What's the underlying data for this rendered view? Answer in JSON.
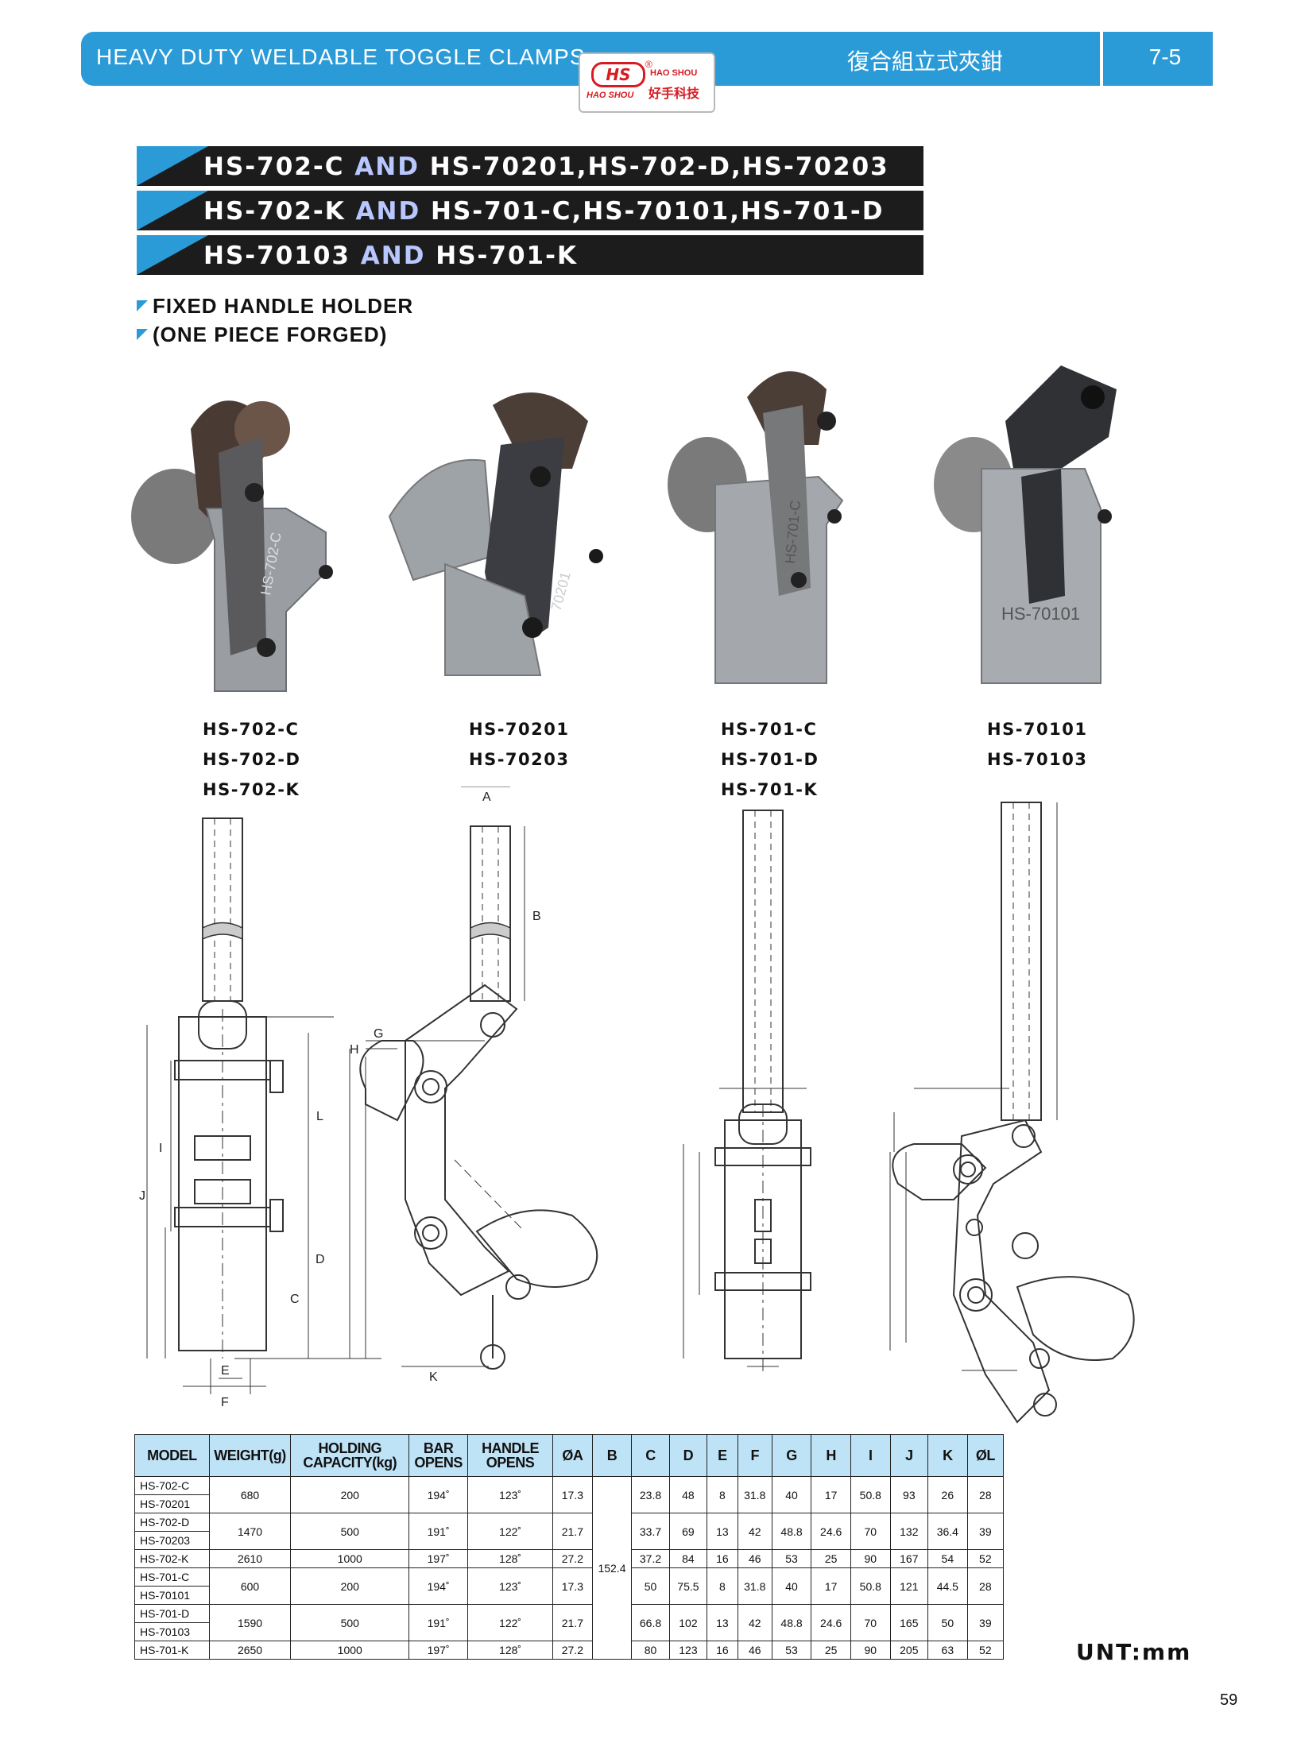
{
  "header": {
    "title": "HEAVY DUTY WELDABLE TOGGLE CLAMPS",
    "chinese_title": "復合組立式夾鉗",
    "section": "7-5",
    "logo": {
      "mark": "HS",
      "en_top": "HAO SHOU",
      "en_bottom": "HAO SHOU",
      "cn": "好手科技",
      "registered": "®"
    }
  },
  "banners": [
    {
      "left": "HS-702-C",
      "and": "AND",
      "right": "HS-70201,HS-702-D,HS-70203"
    },
    {
      "left": "HS-702-K",
      "and": "AND",
      "right": "HS-701-C,HS-70101,HS-701-D"
    },
    {
      "left": "HS-70103",
      "and": "AND",
      "right": "HS-701-K"
    }
  ],
  "features": [
    "FIXED HANDLE HOLDER",
    "(ONE PIECE FORGED)"
  ],
  "photos": [
    {
      "engraving": "HS-702-C",
      "labels": [
        "HS-702-C",
        "HS-702-D",
        "HS-702-K"
      ]
    },
    {
      "engraving": "70201",
      "labels": [
        "HS-70201",
        "HS-70203"
      ]
    },
    {
      "engraving": "HS-701-C",
      "labels": [
        "HS-701-C",
        "HS-701-D",
        "HS-701-K"
      ]
    },
    {
      "engraving": "HS-70101",
      "labels": [
        "HS-70101",
        "HS-70103"
      ]
    }
  ],
  "drawing_dims": [
    "A",
    "B",
    "C",
    "D",
    "E",
    "F",
    "G",
    "H",
    "I",
    "J",
    "K",
    "L"
  ],
  "table": {
    "headers": [
      "MODEL",
      "WEIGHT(g)",
      "HOLDING CAPACITY(kg)",
      "BAR OPENS",
      "HANDLE OPENS",
      "ØA",
      "B",
      "C",
      "D",
      "E",
      "F",
      "G",
      "H",
      "I",
      "J",
      "K",
      "ØL"
    ],
    "groups": [
      {
        "models": [
          "HS-702-C",
          "HS-70201"
        ],
        "weight": "680",
        "capacity": "200",
        "bar": "194˚",
        "handle": "123˚",
        "a": "17.3",
        "c": "23.8",
        "d": "48",
        "e": "8",
        "f": "31.8",
        "g": "40",
        "h": "17",
        "i": "50.8",
        "j": "93",
        "k": "26",
        "l": "28"
      },
      {
        "models": [
          "HS-702-D",
          "HS-70203"
        ],
        "weight": "1470",
        "capacity": "500",
        "bar": "191˚",
        "handle": "122˚",
        "a": "21.7",
        "c": "33.7",
        "d": "69",
        "e": "13",
        "f": "42",
        "g": "48.8",
        "h": "24.6",
        "i": "70",
        "j": "132",
        "k": "36.4",
        "l": "39"
      },
      {
        "models": [
          "HS-702-K"
        ],
        "weight": "2610",
        "capacity": "1000",
        "bar": "197˚",
        "handle": "128˚",
        "a": "27.2",
        "c": "37.2",
        "d": "84",
        "e": "16",
        "f": "46",
        "g": "53",
        "h": "25",
        "i": "90",
        "j": "167",
        "k": "54",
        "l": "52"
      },
      {
        "models": [
          "HS-701-C",
          "HS-70101"
        ],
        "weight": "600",
        "capacity": "200",
        "bar": "194˚",
        "handle": "123˚",
        "a": "17.3",
        "c": "50",
        "d": "75.5",
        "e": "8",
        "f": "31.8",
        "g": "40",
        "h": "17",
        "i": "50.8",
        "j": "121",
        "k": "44.5",
        "l": "28"
      },
      {
        "models": [
          "HS-701-D",
          "HS-70103"
        ],
        "weight": "1590",
        "capacity": "500",
        "bar": "191˚",
        "handle": "122˚",
        "a": "21.7",
        "c": "66.8",
        "d": "102",
        "e": "13",
        "f": "42",
        "g": "48.8",
        "h": "24.6",
        "i": "70",
        "j": "165",
        "k": "50",
        "l": "39"
      },
      {
        "models": [
          "HS-701-K"
        ],
        "weight": "2650",
        "capacity": "1000",
        "bar": "197˚",
        "handle": "128˚",
        "a": "27.2",
        "c": "80",
        "d": "123",
        "e": "16",
        "f": "46",
        "g": "53",
        "h": "25",
        "i": "90",
        "j": "205",
        "k": "63",
        "l": "52"
      }
    ],
    "b_value": "152.4"
  },
  "unit": "UNT:mm",
  "page_number": "59"
}
